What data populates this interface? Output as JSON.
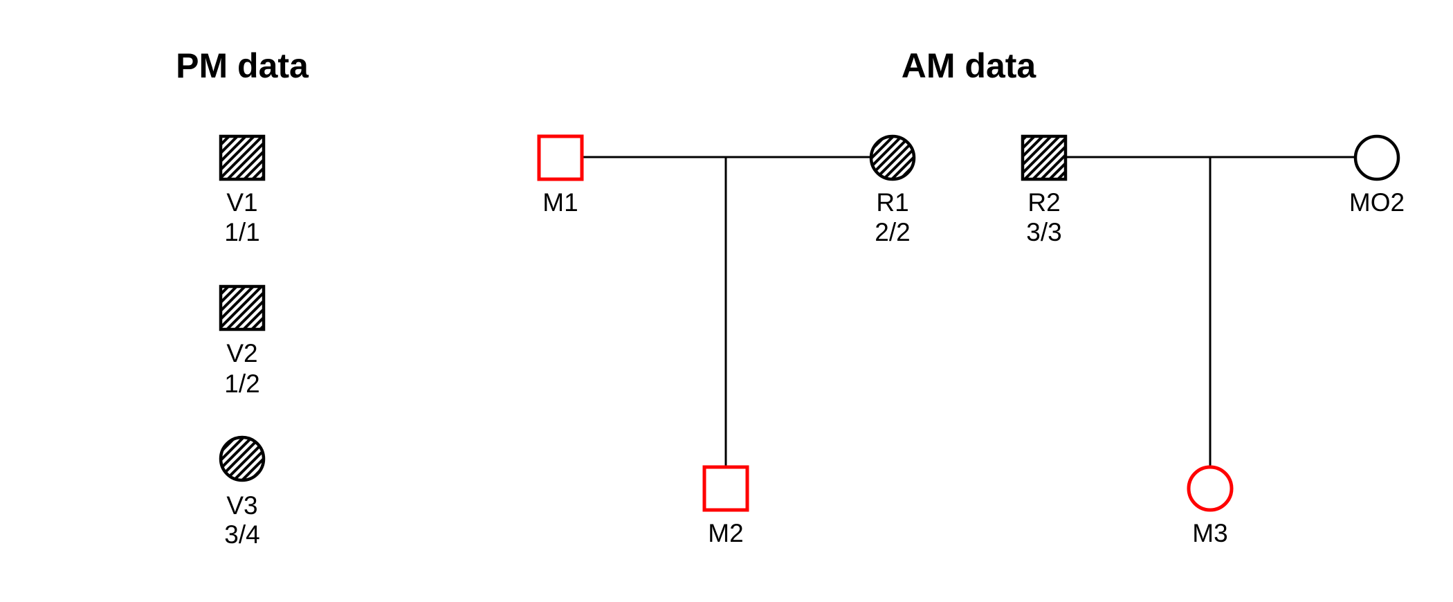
{
  "pm_panel": {
    "title": "PM data",
    "victims": [
      {
        "id": "V1",
        "genotype": "1/1",
        "sex_shape": "square",
        "fill": "hatched",
        "outline_color": "#000000"
      },
      {
        "id": "V2",
        "genotype": "1/2",
        "sex_shape": "square",
        "fill": "hatched",
        "outline_color": "#000000"
      },
      {
        "id": "V3",
        "genotype": "3/4",
        "sex_shape": "circle",
        "fill": "hatched",
        "outline_color": "#000000"
      }
    ]
  },
  "am_panel": {
    "title": "AM data",
    "families": [
      {
        "father": {
          "id": "M1",
          "sex_shape": "square",
          "fill": "none",
          "outline_color": "#ff0000"
        },
        "mother": {
          "id": "R1",
          "genotype": "2/2",
          "sex_shape": "circle",
          "fill": "hatched",
          "outline_color": "#000000"
        },
        "child": {
          "id": "M2",
          "sex_shape": "square",
          "fill": "none",
          "outline_color": "#ff0000"
        }
      },
      {
        "father": {
          "id": "R2",
          "genotype": "3/3",
          "sex_shape": "square",
          "fill": "hatched",
          "outline_color": "#000000"
        },
        "mother": {
          "id": "MO2",
          "sex_shape": "circle",
          "fill": "none",
          "outline_color": "#000000"
        },
        "child": {
          "id": "M3",
          "sex_shape": "circle",
          "fill": "none",
          "outline_color": "#ff0000"
        }
      }
    ]
  },
  "colors": {
    "missing_person_red": "#ff0000",
    "symbol_black": "#000000",
    "background": "#ffffff"
  }
}
